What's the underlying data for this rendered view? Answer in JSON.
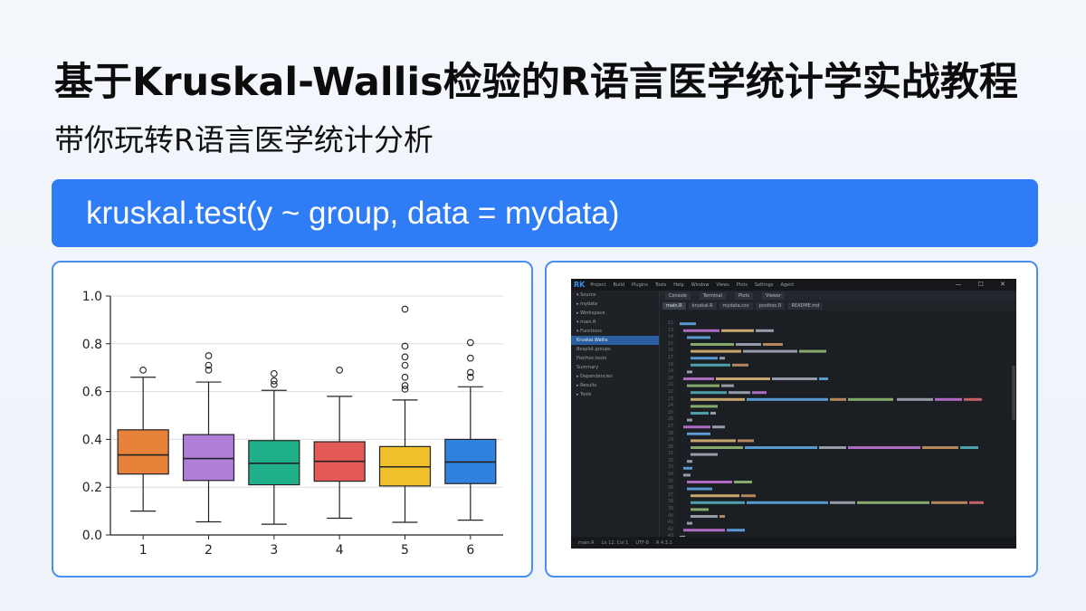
{
  "header": {
    "title": "基于Kruskal-Wallis检验的R语言医学统计学实战教程",
    "subtitle": "带你玩转R语言医学统计分析"
  },
  "code_banner": {
    "code": "kruskal.test(y ~ group, data = mydata)"
  },
  "colors": {
    "banner": "#2f7df6",
    "panel_border": "#4a8ff0",
    "box_colors": [
      "#e8823a",
      "#b07ed8",
      "#1fb08a",
      "#e45a57",
      "#eec02a",
      "#2f82de"
    ]
  },
  "chart_data": {
    "type": "boxplot",
    "title": "",
    "xlabel": "",
    "ylabel": "",
    "categories": [
      "1",
      "2",
      "3",
      "4",
      "5",
      "6"
    ],
    "ylim": [
      0,
      1.0
    ],
    "yticks": [
      "0.0",
      "0.2",
      "0.4",
      "0.6",
      "0.8",
      "1.0"
    ],
    "grid": true,
    "boxes": [
      {
        "name": "1",
        "whisker_low": 0.1,
        "q1": 0.255,
        "median": 0.335,
        "q3": 0.44,
        "whisker_high": 0.66,
        "outliers": [
          0.69
        ]
      },
      {
        "name": "2",
        "whisker_low": 0.055,
        "q1": 0.228,
        "median": 0.32,
        "q3": 0.42,
        "whisker_high": 0.64,
        "outliers": [
          0.69,
          0.71,
          0.75
        ]
      },
      {
        "name": "3",
        "whisker_low": 0.045,
        "q1": 0.21,
        "median": 0.3,
        "q3": 0.395,
        "whisker_high": 0.605,
        "outliers": [
          0.63,
          0.645,
          0.675
        ]
      },
      {
        "name": "4",
        "whisker_low": 0.07,
        "q1": 0.225,
        "median": 0.308,
        "q3": 0.39,
        "whisker_high": 0.58,
        "outliers": [
          0.69
        ]
      },
      {
        "name": "5",
        "whisker_low": 0.053,
        "q1": 0.205,
        "median": 0.285,
        "q3": 0.37,
        "whisker_high": 0.565,
        "outliers": [
          0.61,
          0.625,
          0.66,
          0.71,
          0.745,
          0.79,
          0.945
        ]
      },
      {
        "name": "6",
        "whisker_low": 0.062,
        "q1": 0.215,
        "median": 0.305,
        "q3": 0.4,
        "whisker_high": 0.62,
        "outliers": [
          0.66,
          0.68,
          0.74,
          0.805
        ]
      }
    ]
  },
  "ide": {
    "logo": "RK",
    "menu": [
      "Project",
      "Build",
      "Plugins",
      "Tools",
      "Help",
      "Window",
      "Views",
      "Plots",
      "Settings",
      "Agent"
    ],
    "window_controls": "— ☐ ✕",
    "sidebar": [
      {
        "label": "▾ Source",
        "selected": false
      },
      {
        "label": "  ▸ mydata",
        "selected": false
      },
      {
        "label": "▸ Workspace",
        "selected": false
      },
      {
        "label": "  ▾ main.R",
        "selected": false
      },
      {
        "label": "  ▾ Functions",
        "selected": false
      },
      {
        "label": "    Kruskal.Wallis",
        "selected": true
      },
      {
        "label": "    Boxplot.groups",
        "selected": false
      },
      {
        "label": "    Posthoc.tests",
        "selected": false
      },
      {
        "label": "    Summary",
        "selected": false
      },
      {
        "label": "▸ Dependencies",
        "selected": false
      },
      {
        "label": "▸ Results",
        "selected": false
      },
      {
        "label": "▸ Tools",
        "selected": false
      }
    ],
    "toolbar": [
      "Console",
      "Terminal",
      "Plots",
      "Viewer"
    ],
    "tabs": [
      {
        "label": "main.R",
        "active": true
      },
      {
        "label": "kruskal.R",
        "active": false
      },
      {
        "label": "mydata.csv",
        "active": false
      },
      {
        "label": "posthoc.R",
        "active": false
      },
      {
        "label": "README.md",
        "active": false
      }
    ],
    "line_numbers": [
      "12",
      "13",
      "14",
      "15",
      "16",
      "17",
      "18",
      "19",
      "20",
      "21",
      "22",
      "23",
      "24",
      "25",
      "26",
      "27",
      "28",
      "29",
      "30",
      "31",
      "32",
      "33",
      "34",
      "35",
      "36",
      "37",
      "38",
      "39",
      "40",
      "41",
      "42",
      "43"
    ],
    "status": [
      "main.R",
      "Ln 12, Col 1",
      "UTF-8",
      "R 4.3.1"
    ]
  }
}
